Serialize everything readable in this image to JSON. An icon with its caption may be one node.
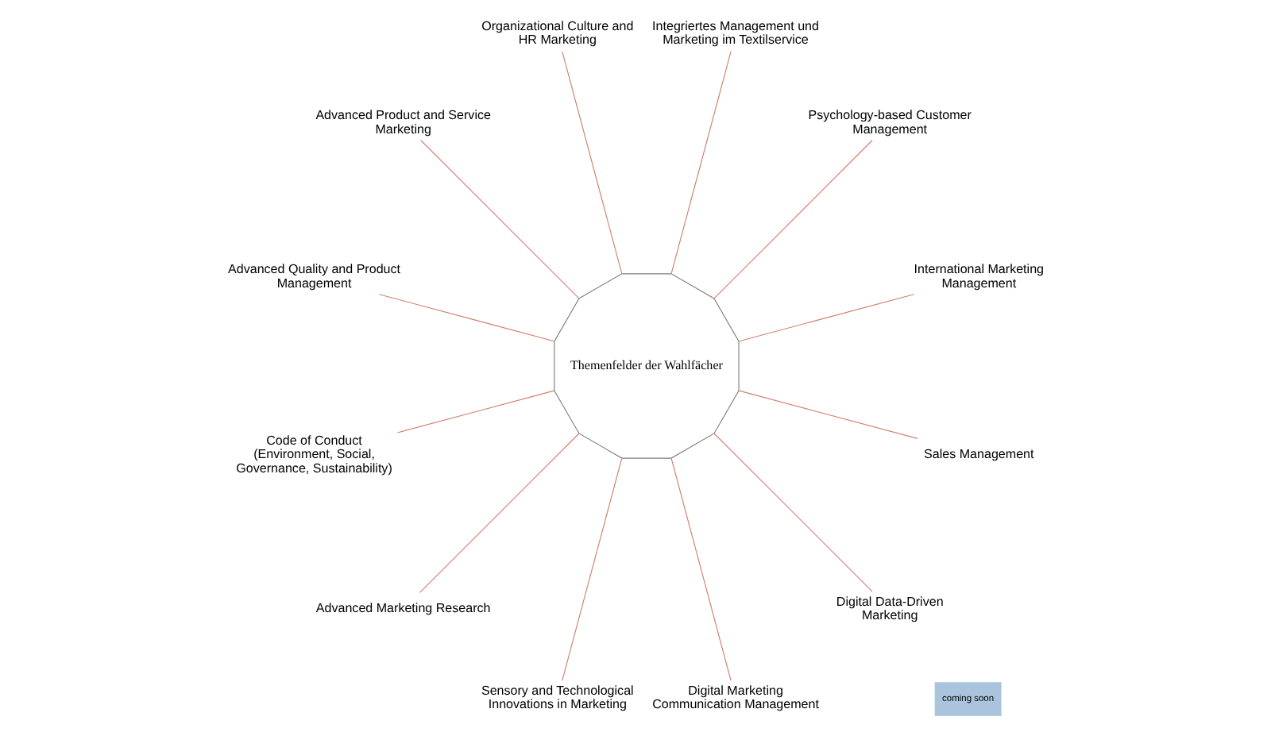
{
  "diagram": {
    "nodes": [
      {
        "text": [
          "Themenfelder der Wahlfächer"
        ]
      },
      {
        "text": [
          "International Marketing Management"
        ]
      },
      {
        "text": [
          "Psychology-based Customer Management"
        ]
      },
      {
        "text": [
          "Integriertes Management und Marketing im Textilservice"
        ]
      },
      {
        "text": [
          "coming soon"
        ]
      },
      {
        "text": [
          "Organizational Culture and HR Marketing"
        ]
      },
      {
        "text": [
          "Advanced Product and Service Marketing"
        ]
      },
      {
        "text": [
          "Advanced Quality and Product Management"
        ]
      },
      {
        "text": [
          "Code of Conduct (Environment, Social, Governance, Sustainability)"
        ]
      },
      {
        "text": [
          "Advanced Marketing Research"
        ]
      },
      {
        "text": [
          "Sensory and Technological Innovations in Marketing"
        ]
      },
      {
        "text": [
          "Digital Marketing Communication Management"
        ]
      },
      {
        "text": [
          "Digital Data-Driven Marketing"
        ]
      },
      {
        "text": [
          "Sales Management"
        ]
      }
    ],
    "edges": [
      {
        "from": 0,
        "to": 1,
        "arrow": "none"
      },
      {
        "from": 0,
        "to": 2,
        "arrow": "none"
      },
      {
        "from": 0,
        "to": 3,
        "arrow": "none"
      },
      {
        "from": 0,
        "to": 5,
        "arrow": "none"
      },
      {
        "from": 0,
        "to": 6,
        "arrow": "none"
      },
      {
        "from": 0,
        "to": 7,
        "arrow": "none"
      },
      {
        "from": 0,
        "to": 8,
        "arrow": "none"
      },
      {
        "from": 0,
        "to": 9,
        "arrow": "none"
      },
      {
        "from": 0,
        "to": 10,
        "arrow": "none"
      },
      {
        "from": 0,
        "to": 11,
        "arrow": "none"
      },
      {
        "from": 0,
        "to": 12,
        "arrow": "none"
      },
      {
        "from": 0,
        "to": 13,
        "arrow": "none"
      }
    ]
  }
}
